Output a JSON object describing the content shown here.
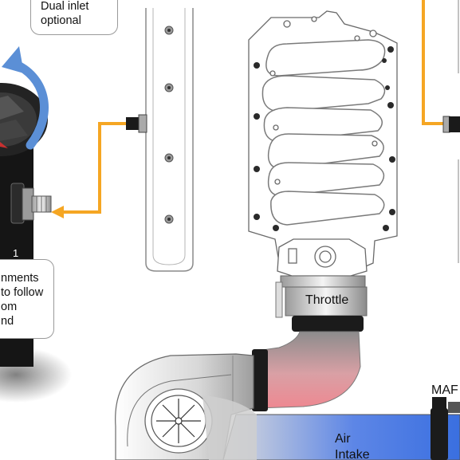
{
  "callouts": {
    "dual_inlet": {
      "lines": [
        "Dual inlet",
        "optional"
      ]
    },
    "alignment": {
      "lines": [
        "nments",
        "to follow",
        "om",
        "nd"
      ]
    }
  },
  "labels": {
    "canister_number": "1",
    "throttle": "Throttle",
    "maf": "MAF",
    "air_intake_line1": "Air",
    "air_intake_line2": "Intake"
  },
  "colors": {
    "hose": "#f5a623",
    "rotation_arrow": "#5b8fd6",
    "air_pipe_blue": "#3a6fe0",
    "hot_pipe_red": "#e9848c",
    "canister_black": "#151515"
  }
}
